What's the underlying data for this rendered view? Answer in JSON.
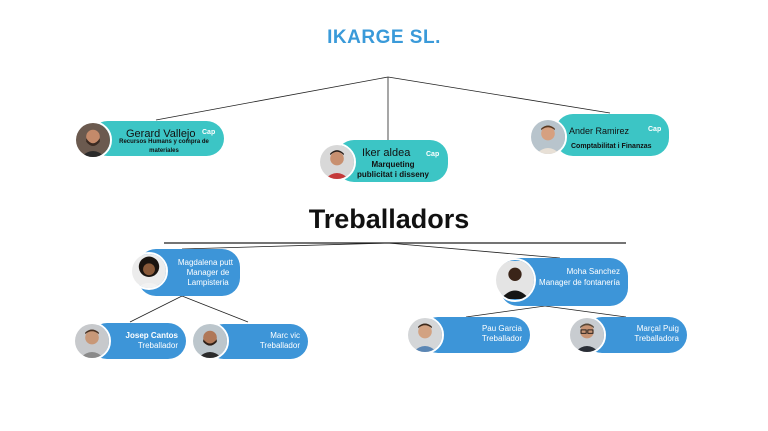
{
  "title": "IKARGE SL.",
  "section_title": "Treballadors",
  "leaders": [
    {
      "name": "Gerard Vallejo",
      "role": "Recursos Humans y compra de materiales",
      "badge": "Cap",
      "avatar_icon": "man-beard-avatar-icon"
    },
    {
      "name": "Iker aldea",
      "role": "Marqueting publicitat i disseny",
      "badge": "Cap",
      "avatar_icon": "man-red-shirt-avatar-icon"
    },
    {
      "name": "Ander Ramirez",
      "role": "Comptabilitat i Finanzas",
      "badge": "Cap",
      "avatar_icon": "man-smiling-avatar-icon"
    }
  ],
  "managers": [
    {
      "name": "Magdalena putt",
      "role": "Manager de Lampisteria",
      "avatar_icon": "woman-curly-hair-avatar-icon"
    },
    {
      "name": "Moha Sanchez",
      "role": "Manager de fontanería",
      "avatar_icon": "man-dark-jacket-avatar-icon"
    }
  ],
  "workers": [
    {
      "name": "Josep Cantos",
      "role": "Treballador",
      "avatar_icon": "man-grey-shirt-avatar-icon"
    },
    {
      "name": "Marc vic",
      "role": "Treballador",
      "avatar_icon": "man-beard-avatar-icon"
    },
    {
      "name": "Pau Garcia",
      "role": "Treballador",
      "avatar_icon": "man-denim-shirt-avatar-icon"
    },
    {
      "name": "Marçal Puig",
      "role": "Treballadora",
      "avatar_icon": "man-glasses-avatar-icon"
    }
  ],
  "colors": {
    "title": "#3a9ad9",
    "leader_fill": "#3cc5c5",
    "staff_fill": "#3d95d8",
    "connector": "#222222"
  }
}
